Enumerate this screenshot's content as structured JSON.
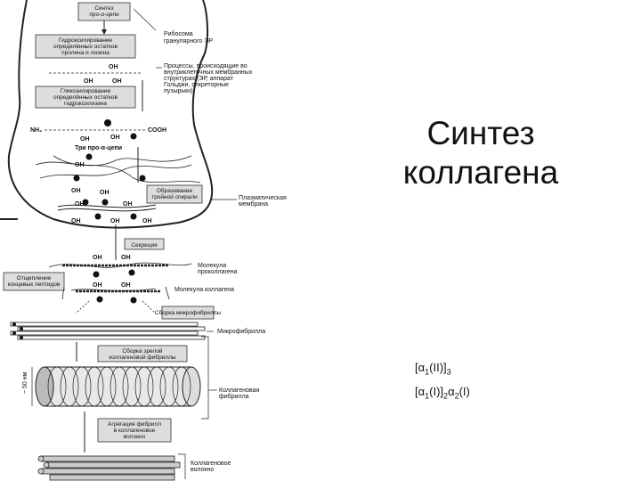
{
  "slide": {
    "title_line1": "Синтез",
    "title_line2": "коллагена",
    "formula1": {
      "a": "[α",
      "s1": "1",
      "b": "(II)]",
      "s2": "3"
    },
    "formula2": {
      "a": "[α",
      "s1": "1",
      "b": "(I)]",
      "s2": "2",
      "c": "α",
      "s3": "2",
      "d": "(I)"
    }
  },
  "diagram": {
    "steps": [
      "Синтез про-α-цепи",
      "Гидроксилирование определённых остатков пролина и лизина",
      "Гликозилирование определённых остатков гидроксилизина",
      "Образование тройной спирали",
      "Секреция",
      "Отщепление концевых пептидов",
      "Сборка микрофибриллы",
      "Сборка зрелой коллагеновой фибриллы",
      "Агрегация фибрилл в коллагеновое волокно"
    ],
    "side_labels": [
      "Рибосома гранулярного ЭР",
      "Процессы, происходящие во внутриклеточных мембранных структурах (ЭР, аппарат Гольджи, секреторные пузырьки)",
      "Плазматическая мембрана",
      "Молекула проколлагена",
      "Молекула коллагена",
      "Микрофибрилла",
      "Коллагеновая фибрилла",
      "Коллагеновое волокно"
    ],
    "chem": {
      "oh": "OH",
      "nh2": "NH2",
      "cooh": "COOH",
      "three_chains": "Три про-α-цепи",
      "size": "~ 50 нм"
    }
  }
}
